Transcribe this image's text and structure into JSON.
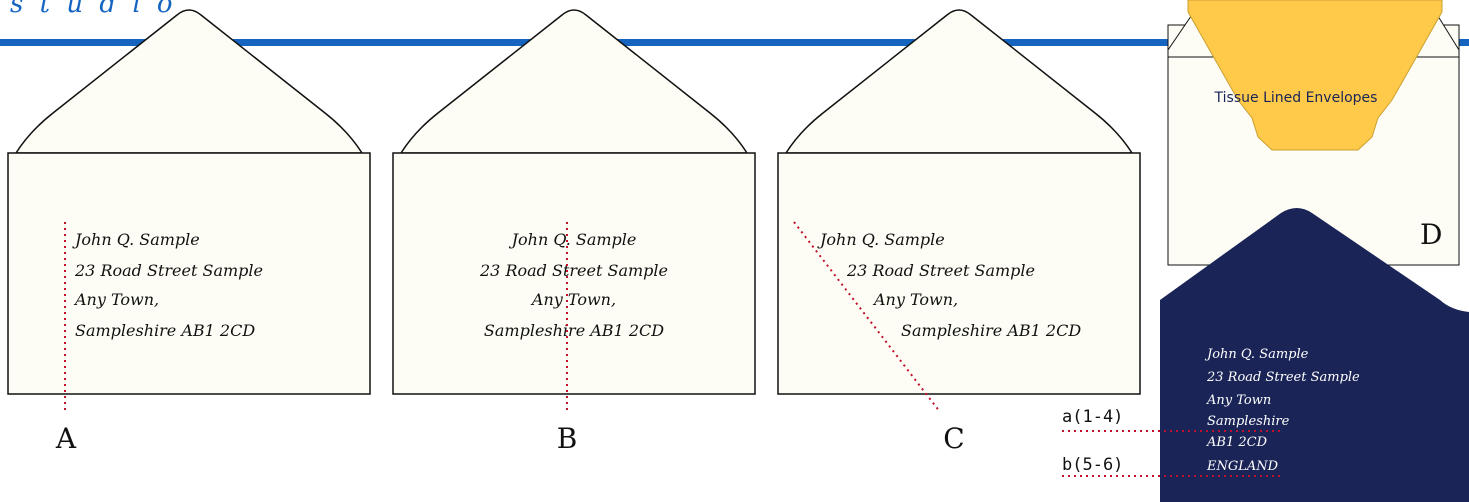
{
  "colors": {
    "brand_blue": "#1565c0",
    "envelope_cream": "#fdfdf5",
    "envelope_outline": "#111111",
    "guide_red": "#c0102a",
    "tissue_yellow": "#ffc94a",
    "navy": "#1a2456",
    "white": "#ffffff"
  },
  "header": {
    "logo_fragment": "s t u d i o"
  },
  "envelopes": [
    {
      "letter": "A",
      "alignment": "left",
      "lines": [
        "John Q. Sample",
        "23 Road Street Sample",
        "Any Town,",
        "Sampleshire AB1 2CD"
      ]
    },
    {
      "letter": "B",
      "alignment": "center",
      "lines": [
        "John Q. Sample",
        "23 Road Street Sample",
        "Any Town,",
        "Sampleshire AB1 2CD"
      ]
    },
    {
      "letter": "C",
      "alignment": "stepped",
      "lines": [
        "John Q. Sample",
        "23 Road Street Sample",
        "Any Town,",
        "Sampleshire AB1 2CD"
      ]
    }
  ],
  "tissue_envelope": {
    "label": "Tissue Lined Envelopes",
    "letter": "D"
  },
  "navy_envelope": {
    "lines": [
      "John Q. Sample",
      "23 Road Street Sample",
      "Any Town",
      "Sampleshire",
      "AB1 2CD",
      "ENGLAND"
    ],
    "annotation_a": "a(1-4)",
    "annotation_b": "b(5-6)"
  }
}
